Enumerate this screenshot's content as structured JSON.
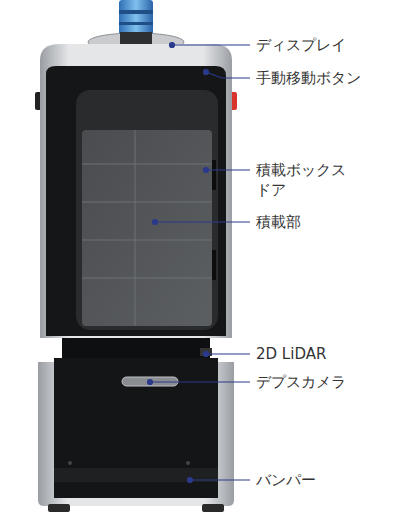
{
  "diagram": {
    "labels": [
      "ディスプレイ",
      "手動移動ボタン",
      "積載ボックスドア",
      "積載部",
      "2D LiDAR",
      "デプスカメラ",
      "バンパー"
    ]
  }
}
